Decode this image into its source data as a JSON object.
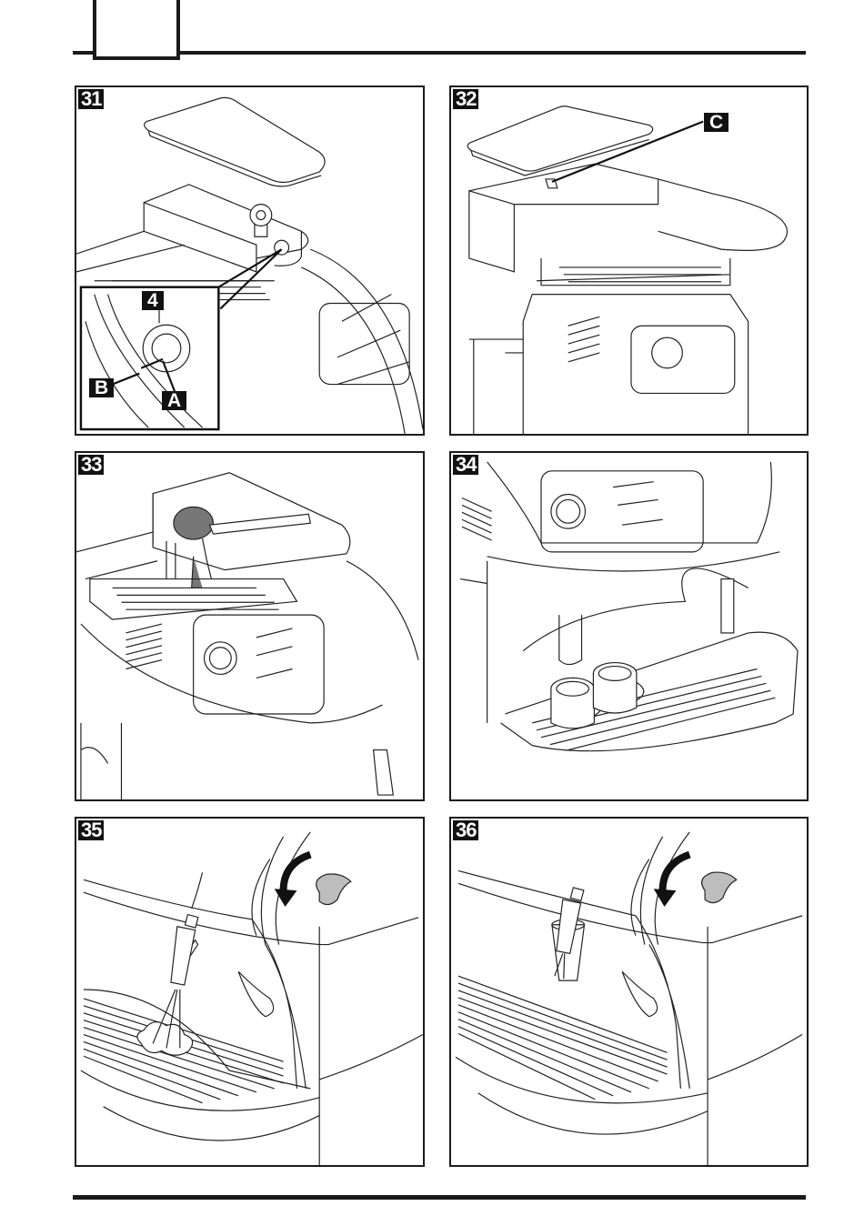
{
  "page": {
    "header_tab_label": "",
    "figures": [
      {
        "number": "31",
        "callouts": [
          "4",
          "B",
          "A"
        ],
        "caption": "Grind adjustment knob under bean container lid"
      },
      {
        "number": "32",
        "callouts": [
          "C"
        ],
        "caption": "Bean container with adjustment knob"
      },
      {
        "number": "33",
        "callouts": [],
        "caption": "Pouring pre-ground coffee into funnel"
      },
      {
        "number": "34",
        "callouts": [],
        "caption": "Two cups under dispenser"
      },
      {
        "number": "35",
        "callouts": [],
        "caption": "Steam knob turned, steam from wand"
      },
      {
        "number": "36",
        "callouts": [],
        "caption": "Steam knob turned, wand in glass"
      }
    ],
    "icons": {
      "rotation_arrow": "curved-arrow-counterclockwise",
      "control_panel": [
        "coffee-bean-icon",
        "steam-icon",
        "hot-water-icon",
        "warning-icon",
        "power-icon"
      ]
    }
  }
}
